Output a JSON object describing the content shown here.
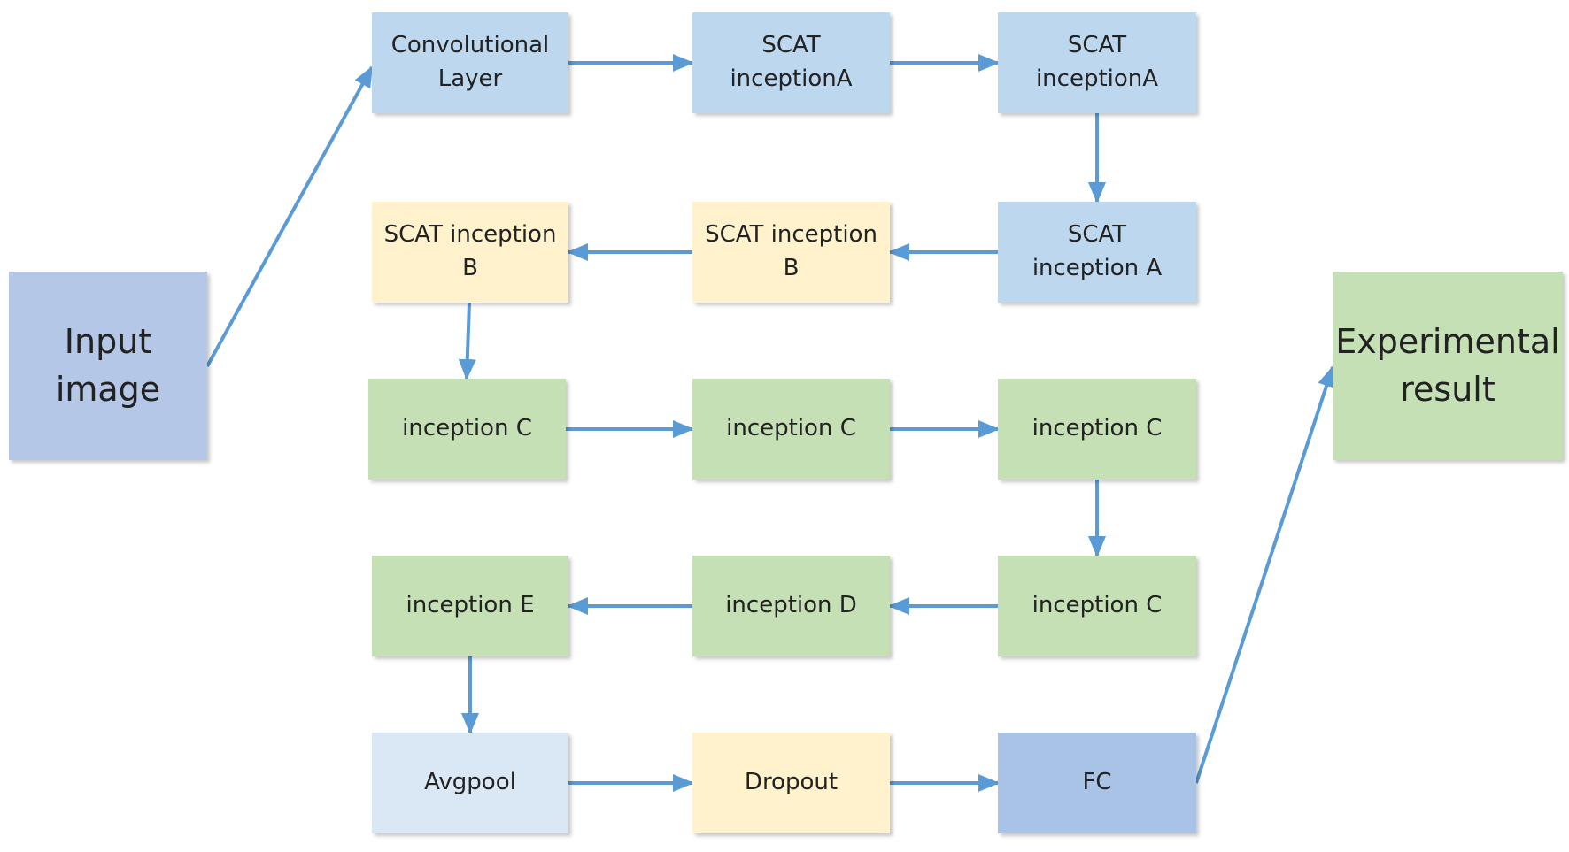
{
  "diagram": {
    "nodes": {
      "input": {
        "label": "Input\nimage",
        "color": "#b4c7e7"
      },
      "conv": {
        "label": "Convolutional\nLayer",
        "color": "#bdd7ee"
      },
      "scatA1": {
        "label": "SCAT\ninceptionA",
        "color": "#bdd7ee"
      },
      "scatA2": {
        "label": "SCAT\ninceptionA",
        "color": "#bdd7ee"
      },
      "scatA3": {
        "label": "SCAT\ninception  A",
        "color": "#bdd7ee"
      },
      "scatB1": {
        "label": "SCAT inception\nB",
        "color": "#fff2cc"
      },
      "scatB2": {
        "label": "SCAT inception\nB",
        "color": "#fff2cc"
      },
      "incC1": {
        "label": "inception  C",
        "color": "#c5e0b4"
      },
      "incC2": {
        "label": "inception  C",
        "color": "#c5e0b4"
      },
      "incC3": {
        "label": "inception  C",
        "color": "#c5e0b4"
      },
      "incC4": {
        "label": "inception  C",
        "color": "#c5e0b4"
      },
      "incD": {
        "label": "inception  D",
        "color": "#c5e0b4"
      },
      "incE": {
        "label": "inception  E",
        "color": "#c5e0b4"
      },
      "avgpool": {
        "label": "Avgpool",
        "color": "#dae7f5"
      },
      "dropout": {
        "label": "Dropout",
        "color": "#fff2cc"
      },
      "fc": {
        "label": "FC",
        "color": "#a9c3e6"
      },
      "result": {
        "label": "Experimental\nresult",
        "color": "#c5e0b4"
      }
    },
    "edges": [
      {
        "from": "input",
        "to": "conv"
      },
      {
        "from": "conv",
        "to": "scatA1"
      },
      {
        "from": "scatA1",
        "to": "scatA2"
      },
      {
        "from": "scatA2",
        "to": "scatA3"
      },
      {
        "from": "scatA3",
        "to": "scatB2"
      },
      {
        "from": "scatB2",
        "to": "scatB1"
      },
      {
        "from": "scatB1",
        "to": "incC1"
      },
      {
        "from": "incC1",
        "to": "incC2"
      },
      {
        "from": "incC2",
        "to": "incC3"
      },
      {
        "from": "incC3",
        "to": "incC4"
      },
      {
        "from": "incC4",
        "to": "incD"
      },
      {
        "from": "incD",
        "to": "incE"
      },
      {
        "from": "incE",
        "to": "avgpool"
      },
      {
        "from": "avgpool",
        "to": "dropout"
      },
      {
        "from": "dropout",
        "to": "fc"
      },
      {
        "from": "fc",
        "to": "result"
      }
    ],
    "arrow_color": "#5b9bd5"
  }
}
